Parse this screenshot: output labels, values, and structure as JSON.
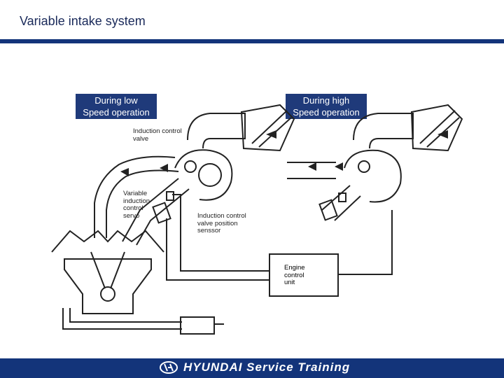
{
  "header": {
    "title": "Variable intake system"
  },
  "labels": {
    "low": "During low\nSpeed operation",
    "high": "During high\nSpeed operation"
  },
  "callouts": {
    "induction_control_valve": "Induction control\nvalve",
    "servo": "Variable\ninduction\ncontrol\nservo",
    "sensor": "Induction control\nvalve position\nsenssor",
    "ecu": "Engine\ncontrol\nunit"
  },
  "footer": {
    "brand": "HYUNDAI Service Training"
  },
  "colors": {
    "navy": "#13347a",
    "label_bg": "#1f3a7a"
  }
}
